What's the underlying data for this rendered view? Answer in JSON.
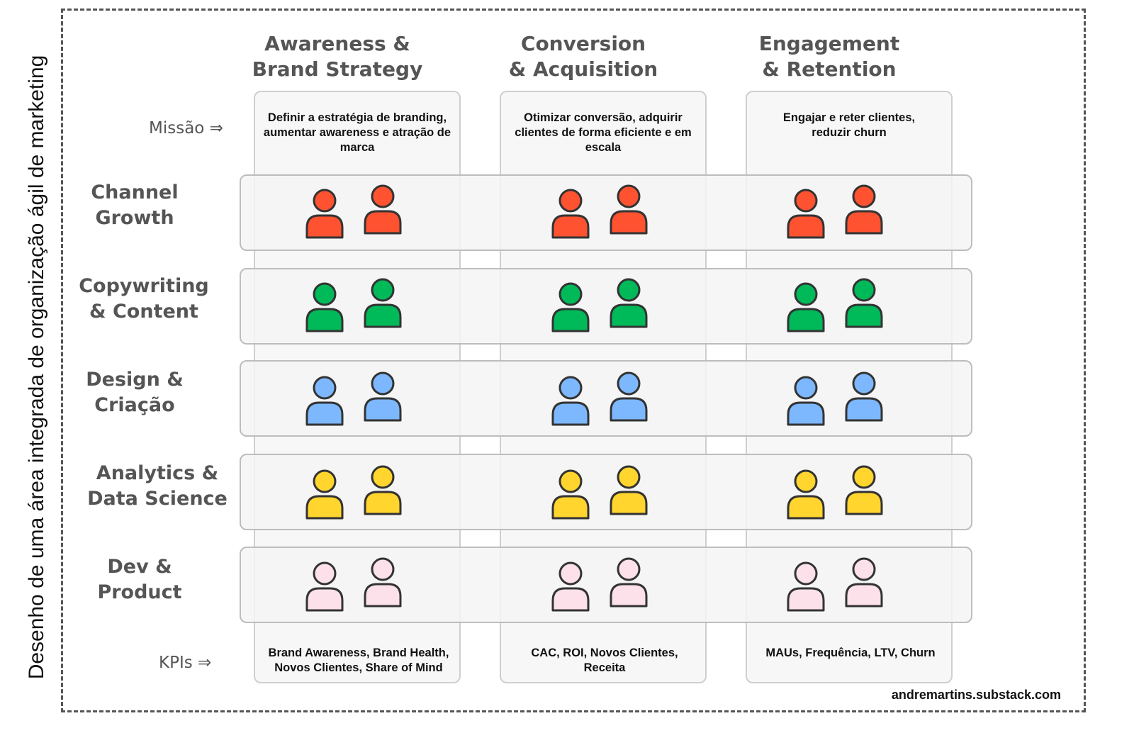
{
  "side_title": "Desenho de uma área integrada de organização ágil de marketing",
  "columns": [
    {
      "title_line1": "Awareness &",
      "title_line2": "Brand Strategy",
      "mission": "Definir a estratégia de branding, aumentar awareness e atração de marca",
      "kpis": "Brand Awareness, Brand Health, Novos Clientes, Share of Mind"
    },
    {
      "title_line1": "Conversion",
      "title_line2": "& Acquisition",
      "mission": "Otimizar conversão, adquirir clientes de forma eficiente e em escala",
      "kpis": "CAC, ROI, Novos Clientes, Receita"
    },
    {
      "title_line1": "Engagement",
      "title_line2": "& Retention",
      "mission": "Engajar e reter clientes, reduzir churn",
      "kpis": "MAUs, Frequência, LTV, Churn"
    }
  ],
  "row_header_missao": "Missão ⇒",
  "row_header_kpis": "KPIs ⇒",
  "rows": [
    {
      "label_line1": "Channel",
      "label_line2": "Growth",
      "color": "#FF5230"
    },
    {
      "label_line1": "Copywriting",
      "label_line2": "& Content",
      "color": "#00BA5A"
    },
    {
      "label_line1": "Design &",
      "label_line2": "Criação",
      "color": "#7DB8FF"
    },
    {
      "label_line1": "Analytics &",
      "label_line2": "Data Science",
      "color": "#FFD52E"
    },
    {
      "label_line1": "Dev &",
      "label_line2": "Product",
      "color": "#FCE1EA"
    }
  ],
  "people_per_cell": 2,
  "outline_color": "#333333",
  "footer": "andremartins.substack.com"
}
